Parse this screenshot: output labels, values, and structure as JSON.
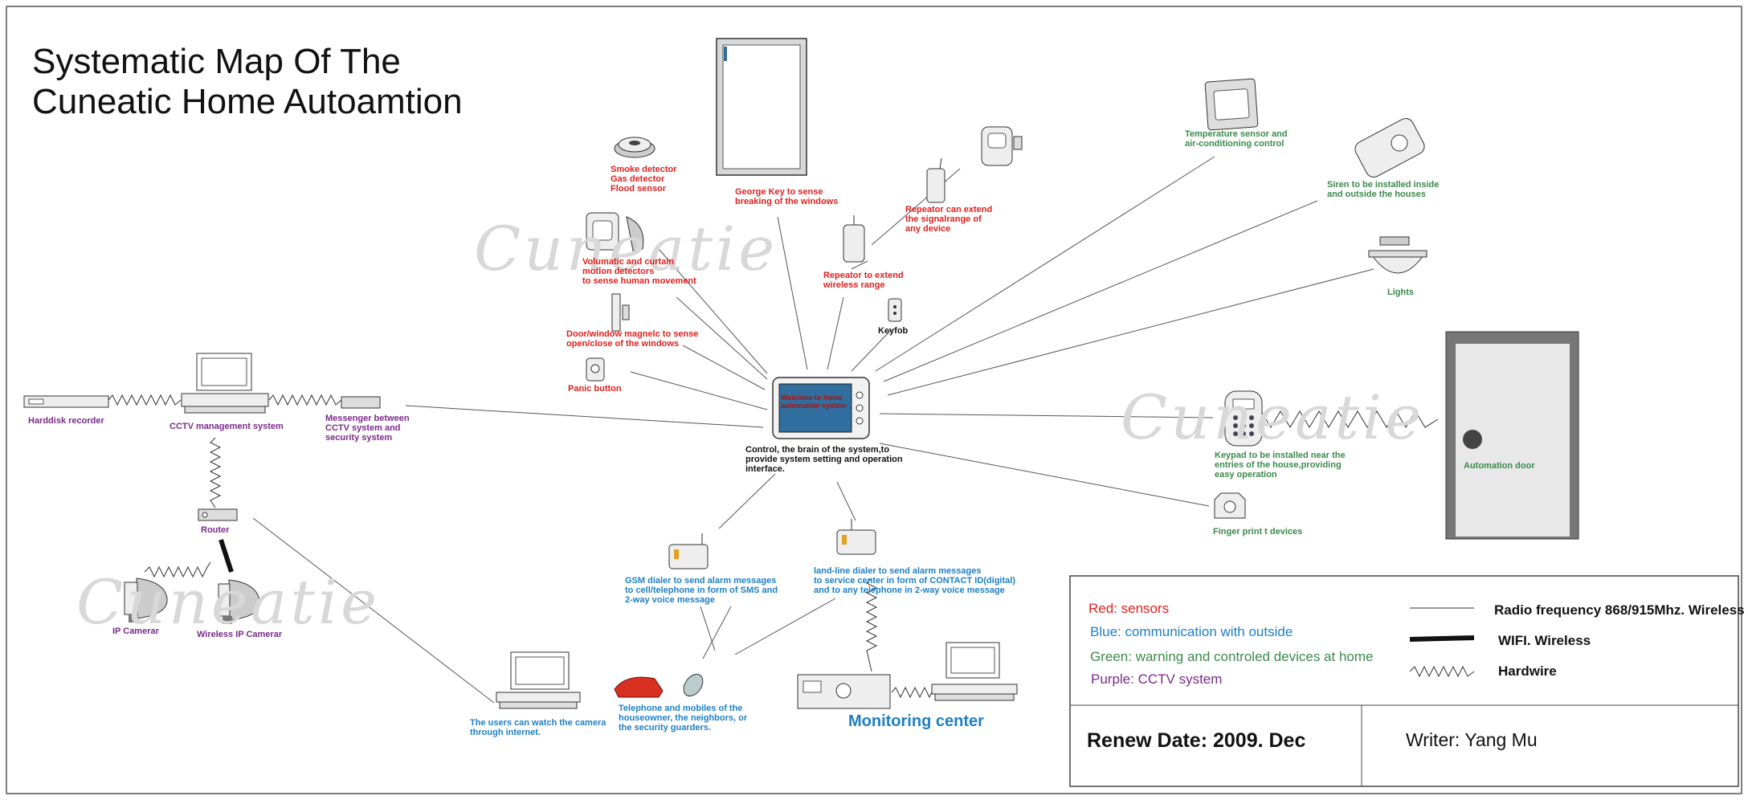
{
  "title": "Systematic Map Of The\nCuneatic Home Autoamtion",
  "watermark": "Cuneatie",
  "center": {
    "screen_text": "Welcome to home\nautomation system",
    "caption": "Control, the brain of the system,to\nprovide system setting and operation\ninterface."
  },
  "sensors": {
    "smoke": "Smoke detector\nGas detector\nFlood sensor",
    "george_key": "George Key to sense\nbreaking of the windows",
    "repeater_extend_signal": "Repeator can extend\nthe signalrange of\nany device",
    "repeater_wireless": "Repeator to extend\nwireless range",
    "volumatic": "Volumatic and curtain\nmotion detectors\nto sense human movement",
    "door_window": "Door/window  magnelc to sense\nopen/close of the windows",
    "panic": "Panic  button"
  },
  "keyfob": "Keyfob",
  "green_devices": {
    "temperature": "Temperature sensor and\nair-conditioning control",
    "siren": "Siren to be installed inside\nand outside the houses",
    "lights": "Lights",
    "keypad": "Keypad to be installed near the\nentries of the house,providing\neasy operation",
    "door": "Automation door",
    "fingerprint": "Finger print t devices"
  },
  "cctv": {
    "harddisk": "Harddisk recorder",
    "management": "CCTV management system",
    "messenger": "Messenger between\nCCTV system and\nsecurity system",
    "router": "Router",
    "ip_camera": "IP Camerar",
    "wireless_ip_camera": "Wireless IP Camerar"
  },
  "communication": {
    "gsm": "GSM dialer to send alarm messages\nto cell/telephone in form of SMS and\n2-way voice message",
    "landline": "land-line dialer to send alarm messages\nto service center in form of CONTACT ID(digital)\nand to any telephone in 2-way voice message",
    "telephone": "Telephone and mobiles of the\nhouseowner, the neighbors, or\nthe security guarders.",
    "internet": "The users can watch the camera\nthrough internet.",
    "monitoring_center": "Monitoring center"
  },
  "legend": {
    "red": "Red: sensors",
    "blue": "Blue: communication with outside",
    "green": "Green: warning and controled devices at home",
    "purple": "Purple: CCTV system",
    "radio": "Radio frequency 868/915Mhz.  Wireless",
    "wifi": "WIFI. Wireless",
    "hardwire": "Hardwire"
  },
  "footer": {
    "renew": "Renew Date: 2009. Dec",
    "writer": "Writer:  Yang Mu"
  },
  "colors": {
    "sensors": "#e02020",
    "communication": "#1e7fc4",
    "warning_devices": "#3a8a4a",
    "cctv": "#7a2a8a",
    "screen": "#2f6e9e"
  }
}
